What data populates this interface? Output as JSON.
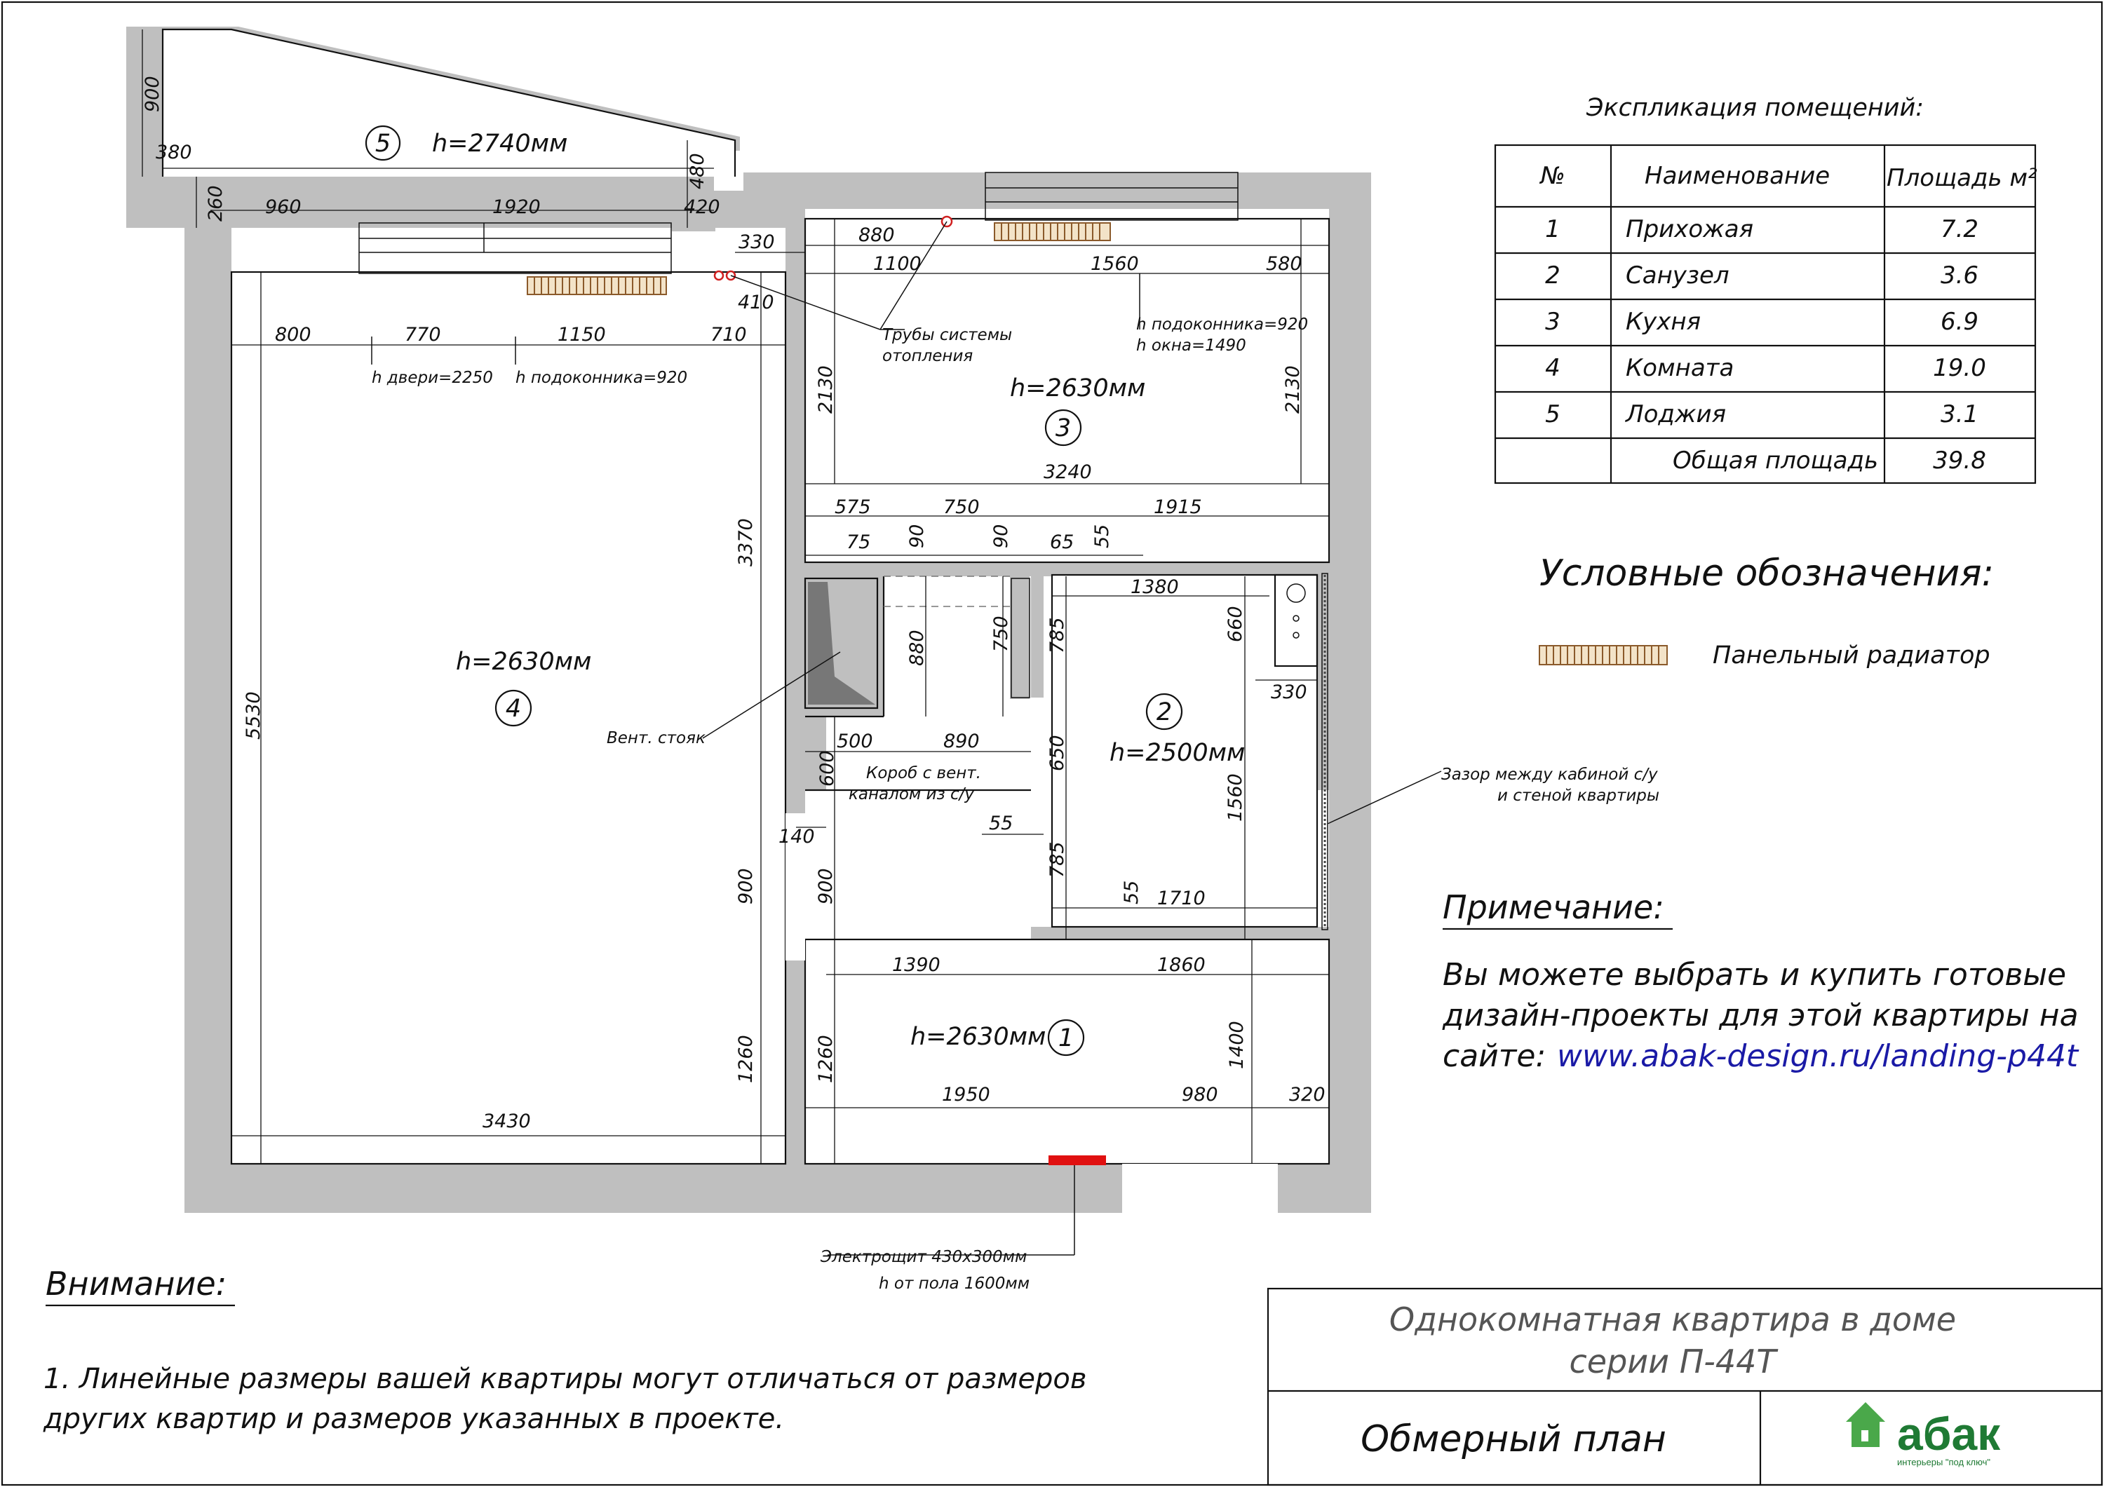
{
  "explication": {
    "title": "Экспликация помещений:",
    "headers": {
      "num": "№",
      "name": "Наименование",
      "area": "Площадь м²"
    },
    "rows": [
      {
        "num": "1",
        "name": "Прихожая",
        "area": "7.2"
      },
      {
        "num": "2",
        "name": "Санузел",
        "area": "3.6"
      },
      {
        "num": "3",
        "name": "Кухня",
        "area": "6.9"
      },
      {
        "num": "4",
        "name": "Комната",
        "area": "19.0"
      },
      {
        "num": "5",
        "name": "Лоджия",
        "area": "3.1"
      }
    ],
    "total_label": "Общая площадь",
    "total_area": "39.8"
  },
  "legend": {
    "title": "Условные обозначения:",
    "radiator_label": "Панельный радиатор"
  },
  "note": {
    "title": "Примечание:",
    "line1": "Вы можете выбрать и купить готовые",
    "line2": "дизайн-проекты для этой квартиры на",
    "prefix": "сайте:",
    "url": "www.abak-design.ru/landing-p44t"
  },
  "attention": {
    "title": "Внимание:",
    "line1": "1. Линейные размеры вашей квартиры могут отличаться от размеров",
    "line2": "других квартир и размеров указанных в проекте."
  },
  "stamp": {
    "line1": "Однокомнатная квартира в доме",
    "line2": "серии П-44Т",
    "plan_type": "Обмерный план",
    "logo_text": "абак",
    "logo_tagline": "интерьеры \"под ключ\""
  },
  "colors": {
    "wall": "#bfbfbf",
    "radiator": "#8b5a2b",
    "panel": "#e01010",
    "link": "#1a1aa6",
    "pipe": "#d02020"
  },
  "rooms": {
    "r1": {
      "num": "1",
      "h": "h=2630мм"
    },
    "r2": {
      "num": "2",
      "h": "h=2500мм"
    },
    "r3": {
      "num": "3",
      "h": "h=2630мм"
    },
    "r4": {
      "num": "4",
      "h": "h=2630мм"
    },
    "r5": {
      "num": "5",
      "h": "h=2740мм"
    }
  },
  "annotations": {
    "door_h": "h двери=2250",
    "sill_h1": "h подоконника=920",
    "sill_h2": "h подоконника=920",
    "window_h": "h окна=1490",
    "pipes_1": "Трубы системы",
    "pipes_2": "отопления",
    "vent": "Вент. стояк",
    "box_1": "Короб с вент.",
    "box_2": "каналом из с/у",
    "gap_1": "Зазор между кабиной с/у",
    "gap_2": "и стеной квартиры",
    "panel_1": "Электрощит 430х300мм",
    "panel_2": "h от пола 1600мм"
  },
  "dimensions": {
    "loggia": [
      "900",
      "380",
      "260",
      "960",
      "1920",
      "420",
      "480"
    ],
    "room4": [
      "800",
      "770",
      "1150",
      "710",
      "3370",
      "5530",
      "900",
      "1260",
      "3430"
    ],
    "kitchen": [
      "330",
      "410",
      "880",
      "1100",
      "1560",
      "580",
      "2130",
      "2130",
      "3240",
      "575",
      "750",
      "1915"
    ],
    "corridor": [
      "75",
      "90",
      "90",
      "65",
      "55",
      "880",
      "750",
      "500",
      "890",
      "600",
      "140",
      "900",
      "650",
      "55",
      "1390",
      "1860",
      "1260",
      "1400",
      "1950",
      "980",
      "320"
    ],
    "bath": [
      "1380",
      "785",
      "660",
      "330",
      "1560",
      "785",
      "55",
      "1710"
    ]
  }
}
